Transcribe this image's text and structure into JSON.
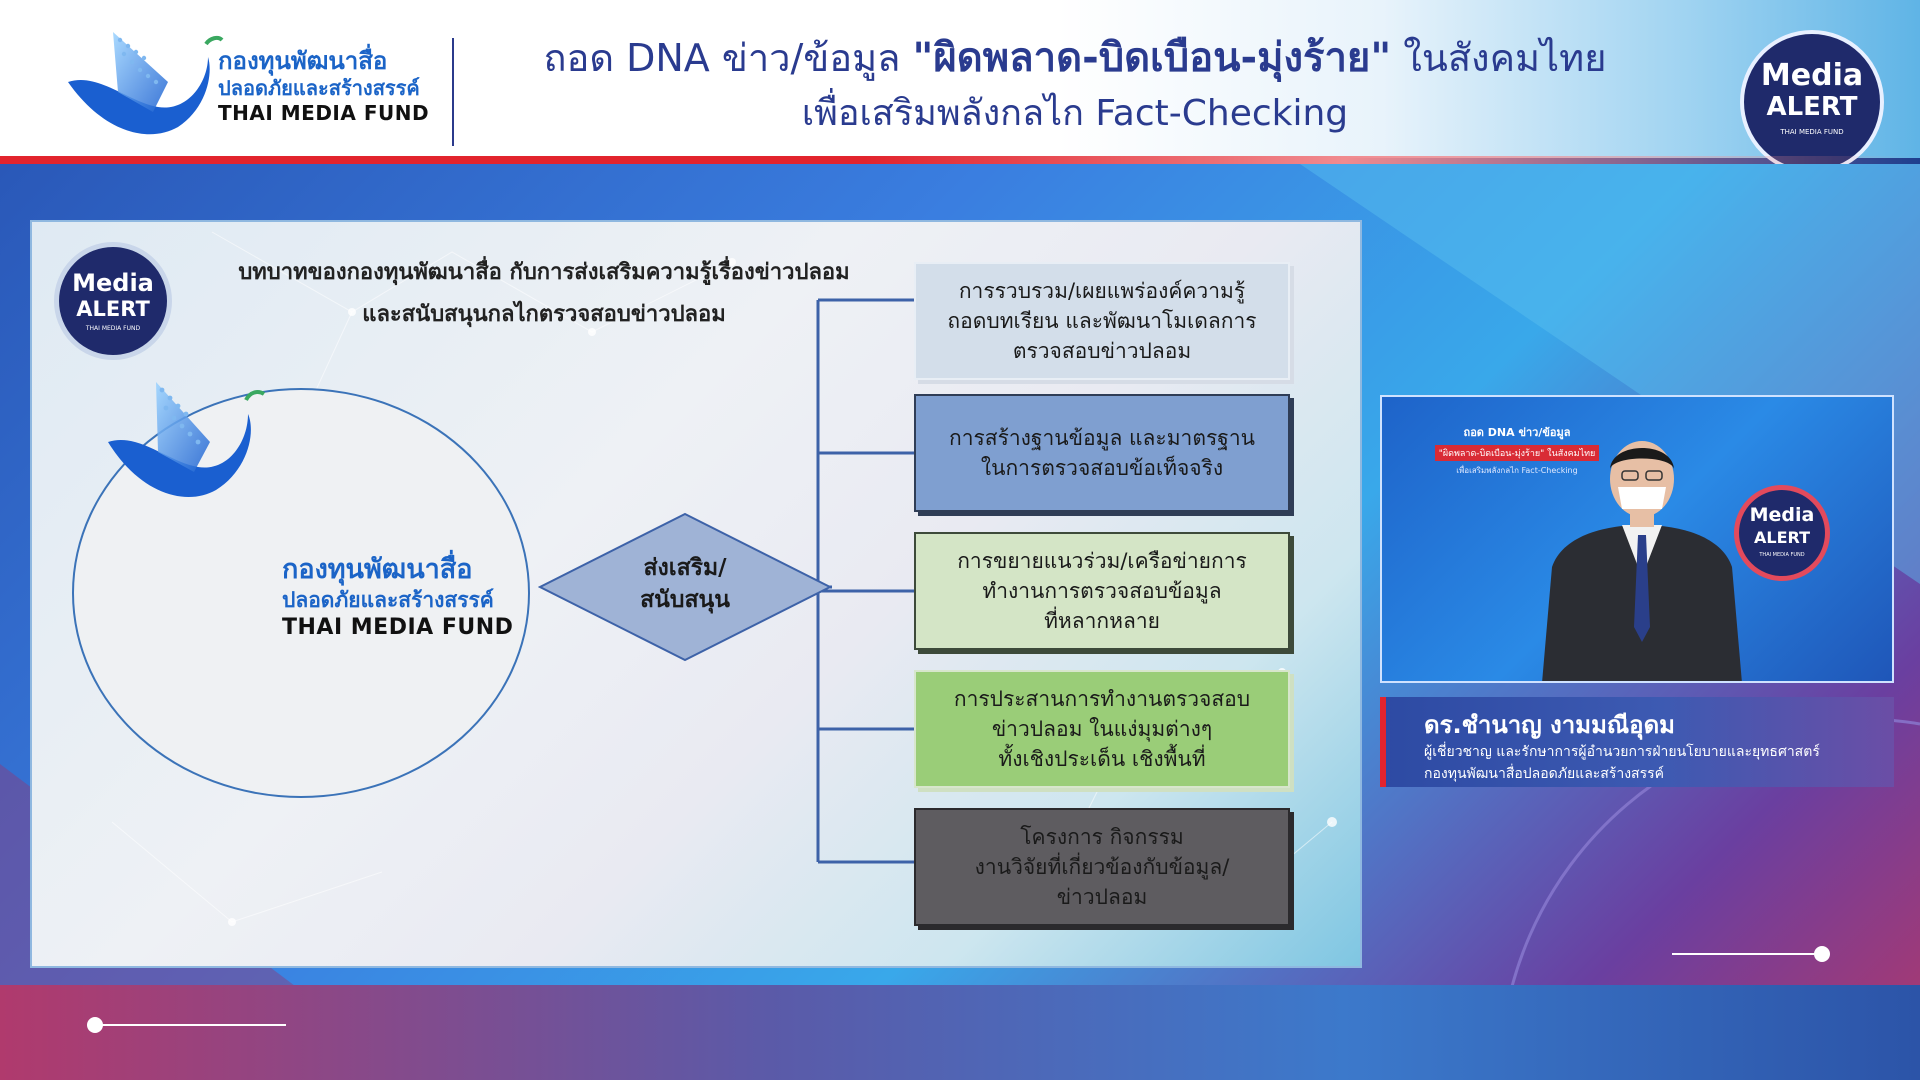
{
  "header": {
    "brand_th_line1": "กองทุนพัฒนาสื่อ",
    "brand_th_line2": "ปลอดภัยและสร้างสรรค์",
    "brand_en": "THAI MEDIA FUND",
    "title_part1": "ถอด DNA ข่าว/ข้อมูล ",
    "title_emphasis": "\"ผิดพลาด-บิดเบือน-มุ่งร้าย\"",
    "title_part2": " ในสังคมไทย",
    "title_line2": "เพื่อเสริมพลังกลไก Fact-Checking",
    "badge": {
      "line1": "Media",
      "line2": "ALERT",
      "line3": "THAI MEDIA FUND"
    }
  },
  "slide": {
    "badge": {
      "line1": "Media",
      "line2": "ALERT",
      "line3": "THAI MEDIA FUND"
    },
    "heading_line1": "บทบาทของกองทุนพัฒนาสื่อ กับการส่งเสริมความรู้เรื่องข่าวปลอม",
    "heading_line2": "และสนับสนุนกลไกตรวจสอบข่าวปลอม",
    "logo": {
      "th_line1": "กองทุนพัฒนาสื่อ",
      "th_line2": "ปลอดภัยและสร้างสรรค์",
      "en": "THAI MEDIA FUND"
    },
    "center_label_line1": "ส่งเสริม/",
    "center_label_line2": "สนับสนุน",
    "boxes": [
      {
        "lines": [
          "การรวบรวม/เผยแพร่องค์ความรู้",
          "ถอดบทเรียน และพัฒนาโมเดลการ",
          "ตรวจสอบข่าวปลอม"
        ],
        "color": "#d3deea"
      },
      {
        "lines": [
          "การสร้างฐานข้อมูล และมาตรฐาน",
          "ในการตรวจสอบข้อเท็จจริง"
        ],
        "color": "#7f9fd0"
      },
      {
        "lines": [
          "การขยายแนวร่วม/เครือข่ายการ",
          "ทำงานการตรวจสอบข้อมูล",
          "ที่หลากหลาย"
        ],
        "color": "#d4e5c6"
      },
      {
        "lines": [
          "การประสานการทำงานตรวจสอบ",
          "ข่าวปลอม ในแง่มุมต่างๆ",
          "ทั้งเชิงประเด็น เชิงพื้นที่"
        ],
        "color": "#9acd78"
      },
      {
        "lines": [
          "โครงการ กิจกรรม",
          "งานวิจัยที่เกี่ยวข้องกับข้อมูล/",
          "ข่าวปลอม"
        ],
        "color": "#5e5c60"
      }
    ]
  },
  "video": {
    "title_line1": "ถอด DNA ข่าว/ข้อมูล",
    "title_line2": "\"ผิดพลาด-บิดเบือน-มุ่งร้าย\" ในสังคมไทย",
    "title_line3": "เพื่อเสริมพลังกลไก Fact-Checking",
    "badge": {
      "line1": "Media",
      "line2": "ALERT",
      "line3": "THAI MEDIA FUND"
    }
  },
  "speaker": {
    "name": "ดร.ชำนาญ งามมณีอุดม",
    "role": "ผู้เชี่ยวชาญ และรักษาการผู้อำนวยการฝ่ายนโยบายและยุทธศาสตร์",
    "org": "กองทุนพัฒนาสื่อปลอดภัยและสร้างสรรค์"
  },
  "colors": {
    "brand_blue": "#1b64c7",
    "title_navy": "#2a3b8f",
    "accent_red": "#e2242d",
    "badge_navy": "#1f2a6b"
  }
}
